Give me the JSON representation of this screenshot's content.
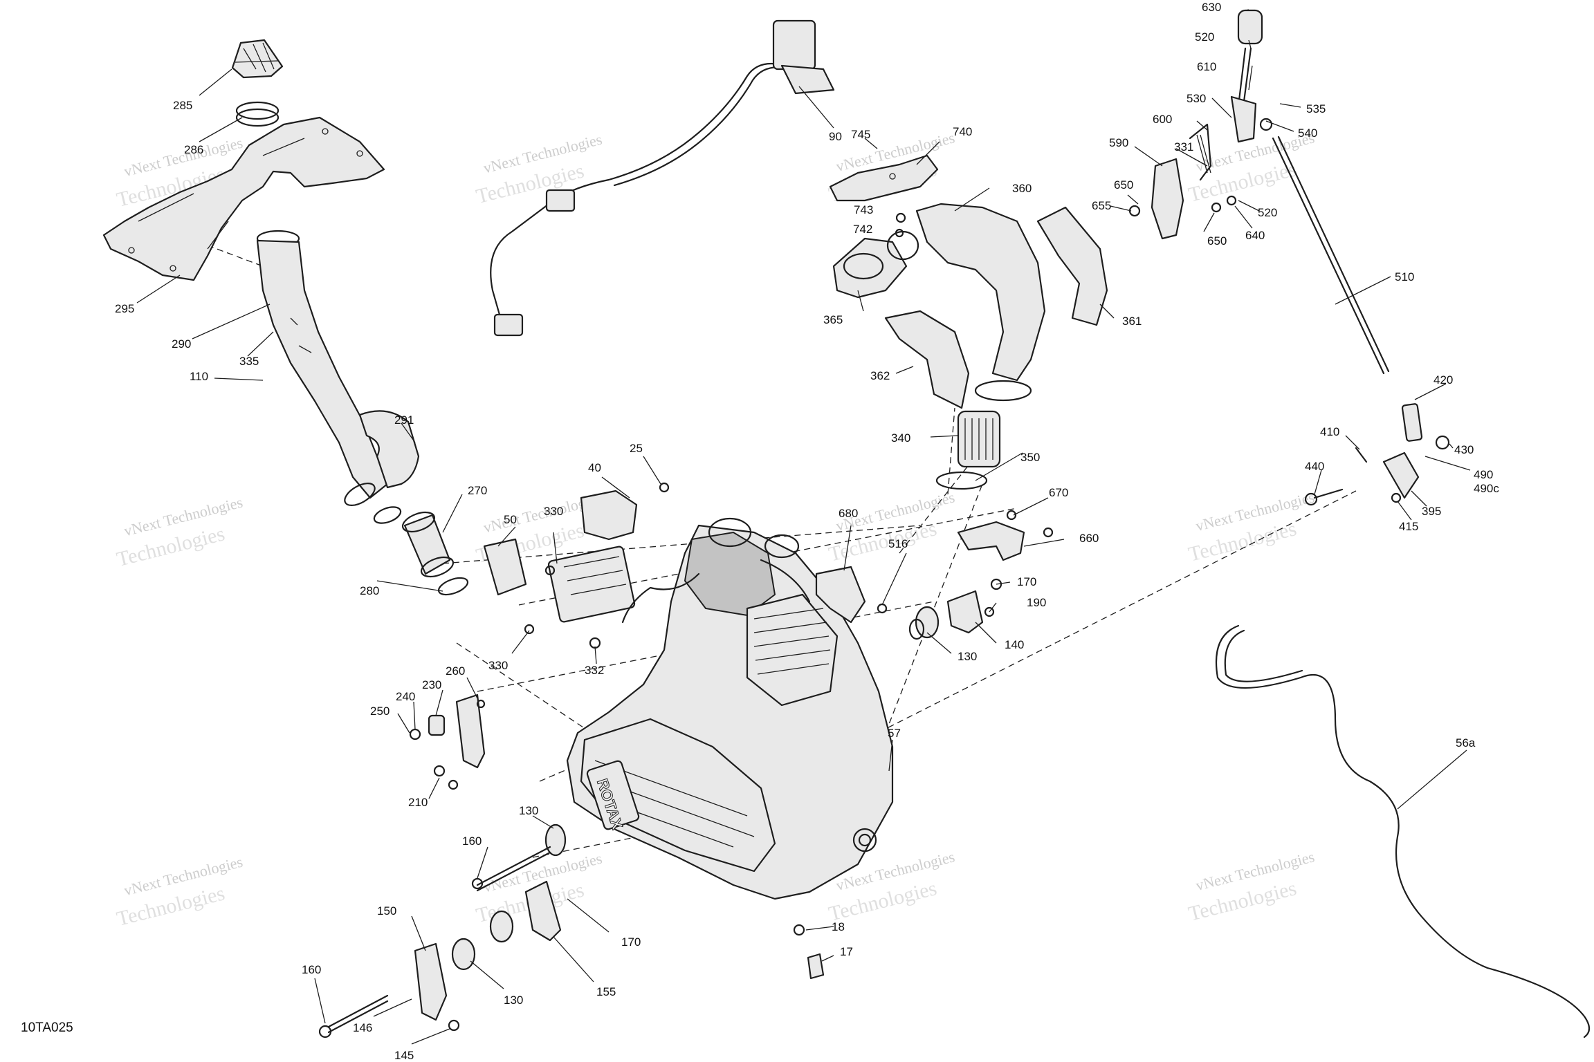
{
  "diagram_code": "10TA025",
  "engine_brand": "ROTAX",
  "watermark": {
    "line1": "vNext Technologies",
    "line2": "Technologies"
  },
  "callouts": [
    {
      "id": "c285",
      "label": "285"
    },
    {
      "id": "c286",
      "label": "286"
    },
    {
      "id": "c295",
      "label": "295"
    },
    {
      "id": "c290",
      "label": "290"
    },
    {
      "id": "c335",
      "label": "335"
    },
    {
      "id": "c110",
      "label": "110"
    },
    {
      "id": "c291",
      "label": "291"
    },
    {
      "id": "c270",
      "label": "270"
    },
    {
      "id": "c280",
      "label": "280"
    },
    {
      "id": "c90",
      "label": "90"
    },
    {
      "id": "c745",
      "label": "745"
    },
    {
      "id": "c740",
      "label": "740"
    },
    {
      "id": "c743",
      "label": "743"
    },
    {
      "id": "c742",
      "label": "742"
    },
    {
      "id": "c360",
      "label": "360"
    },
    {
      "id": "c365",
      "label": "365"
    },
    {
      "id": "c361",
      "label": "361"
    },
    {
      "id": "c362",
      "label": "362"
    },
    {
      "id": "c340",
      "label": "340"
    },
    {
      "id": "c350",
      "label": "350"
    },
    {
      "id": "c630",
      "label": "630"
    },
    {
      "id": "c520a",
      "label": "520"
    },
    {
      "id": "c610",
      "label": "610"
    },
    {
      "id": "c530",
      "label": "530"
    },
    {
      "id": "c535",
      "label": "535"
    },
    {
      "id": "c600",
      "label": "600"
    },
    {
      "id": "c540",
      "label": "540"
    },
    {
      "id": "c590",
      "label": "590"
    },
    {
      "id": "c331",
      "label": "331"
    },
    {
      "id": "c650a",
      "label": "650"
    },
    {
      "id": "c655",
      "label": "655"
    },
    {
      "id": "c520b",
      "label": "520"
    },
    {
      "id": "c650b",
      "label": "650"
    },
    {
      "id": "c640",
      "label": "640"
    },
    {
      "id": "c510",
      "label": "510"
    },
    {
      "id": "c420",
      "label": "420"
    },
    {
      "id": "c410",
      "label": "410"
    },
    {
      "id": "c430",
      "label": "430"
    },
    {
      "id": "c440",
      "label": "440"
    },
    {
      "id": "c490",
      "label": "490"
    },
    {
      "id": "c490c",
      "label": "490c"
    },
    {
      "id": "c395",
      "label": "395"
    },
    {
      "id": "c415",
      "label": "415"
    },
    {
      "id": "c25",
      "label": "25"
    },
    {
      "id": "c40",
      "label": "40"
    },
    {
      "id": "c330a",
      "label": "330"
    },
    {
      "id": "c50",
      "label": "50"
    },
    {
      "id": "c680",
      "label": "680"
    },
    {
      "id": "c670",
      "label": "670"
    },
    {
      "id": "c516",
      "label": "516"
    },
    {
      "id": "c660",
      "label": "660"
    },
    {
      "id": "c170a",
      "label": "170"
    },
    {
      "id": "c190",
      "label": "190"
    },
    {
      "id": "c140",
      "label": "140"
    },
    {
      "id": "c130a",
      "label": "130"
    },
    {
      "id": "c330b",
      "label": "330"
    },
    {
      "id": "c332",
      "label": "332"
    },
    {
      "id": "c260",
      "label": "260"
    },
    {
      "id": "c230",
      "label": "230"
    },
    {
      "id": "c240",
      "label": "240"
    },
    {
      "id": "c250",
      "label": "250"
    },
    {
      "id": "c210",
      "label": "210"
    },
    {
      "id": "c57",
      "label": "57"
    },
    {
      "id": "c56a",
      "label": "56a"
    },
    {
      "id": "c130b",
      "label": "130"
    },
    {
      "id": "c160a",
      "label": "160"
    },
    {
      "id": "c170b",
      "label": "170"
    },
    {
      "id": "c150",
      "label": "150"
    },
    {
      "id": "c155",
      "label": "155"
    },
    {
      "id": "c130c",
      "label": "130"
    },
    {
      "id": "c160b",
      "label": "160"
    },
    {
      "id": "c146",
      "label": "146"
    },
    {
      "id": "c145",
      "label": "145"
    },
    {
      "id": "c18",
      "label": "18"
    },
    {
      "id": "c17",
      "label": "17"
    }
  ]
}
